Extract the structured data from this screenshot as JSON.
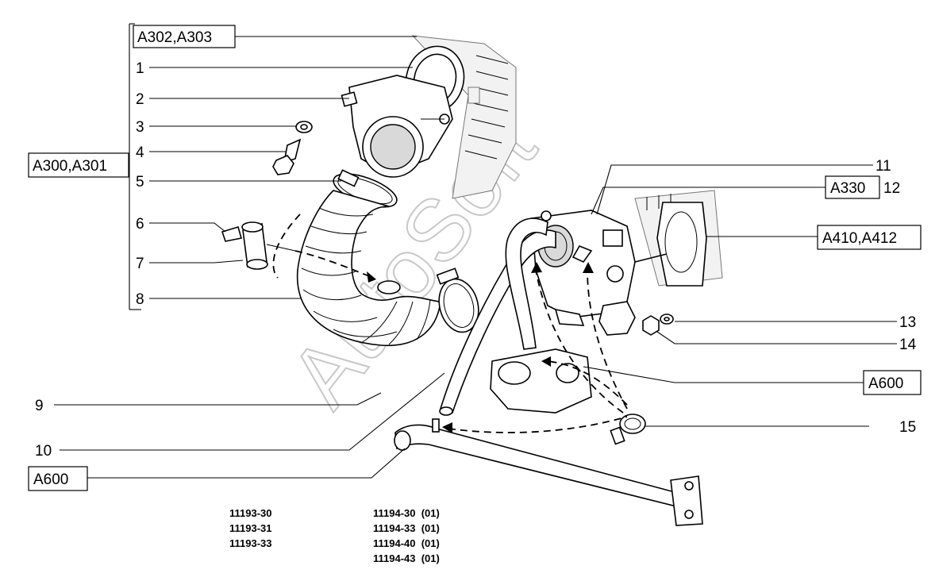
{
  "callouts": {
    "c1": "1",
    "c2": "2",
    "c3": "3",
    "c4": "4",
    "c5": "5",
    "c6": "6",
    "c7": "7",
    "c8": "8",
    "c9": "9",
    "c10": "10",
    "c11": "11",
    "c12": "12",
    "c13": "13",
    "c14": "14",
    "c15": "15"
  },
  "references": {
    "a302_a303": "A302,A303",
    "a300_a301": "A300,A301",
    "a330": "A330",
    "a410_a412": "A410,A412",
    "a600_right": "A600",
    "a600_left": "A600"
  },
  "watermark": "AutoSoft",
  "model_codes": {
    "column1": [
      "11193-30",
      "11193-31",
      "11193-33"
    ],
    "column2": [
      "11194-30  (01)",
      "11194-33  (01)",
      "11194-40  (01)",
      "11194-43  (01)"
    ]
  }
}
